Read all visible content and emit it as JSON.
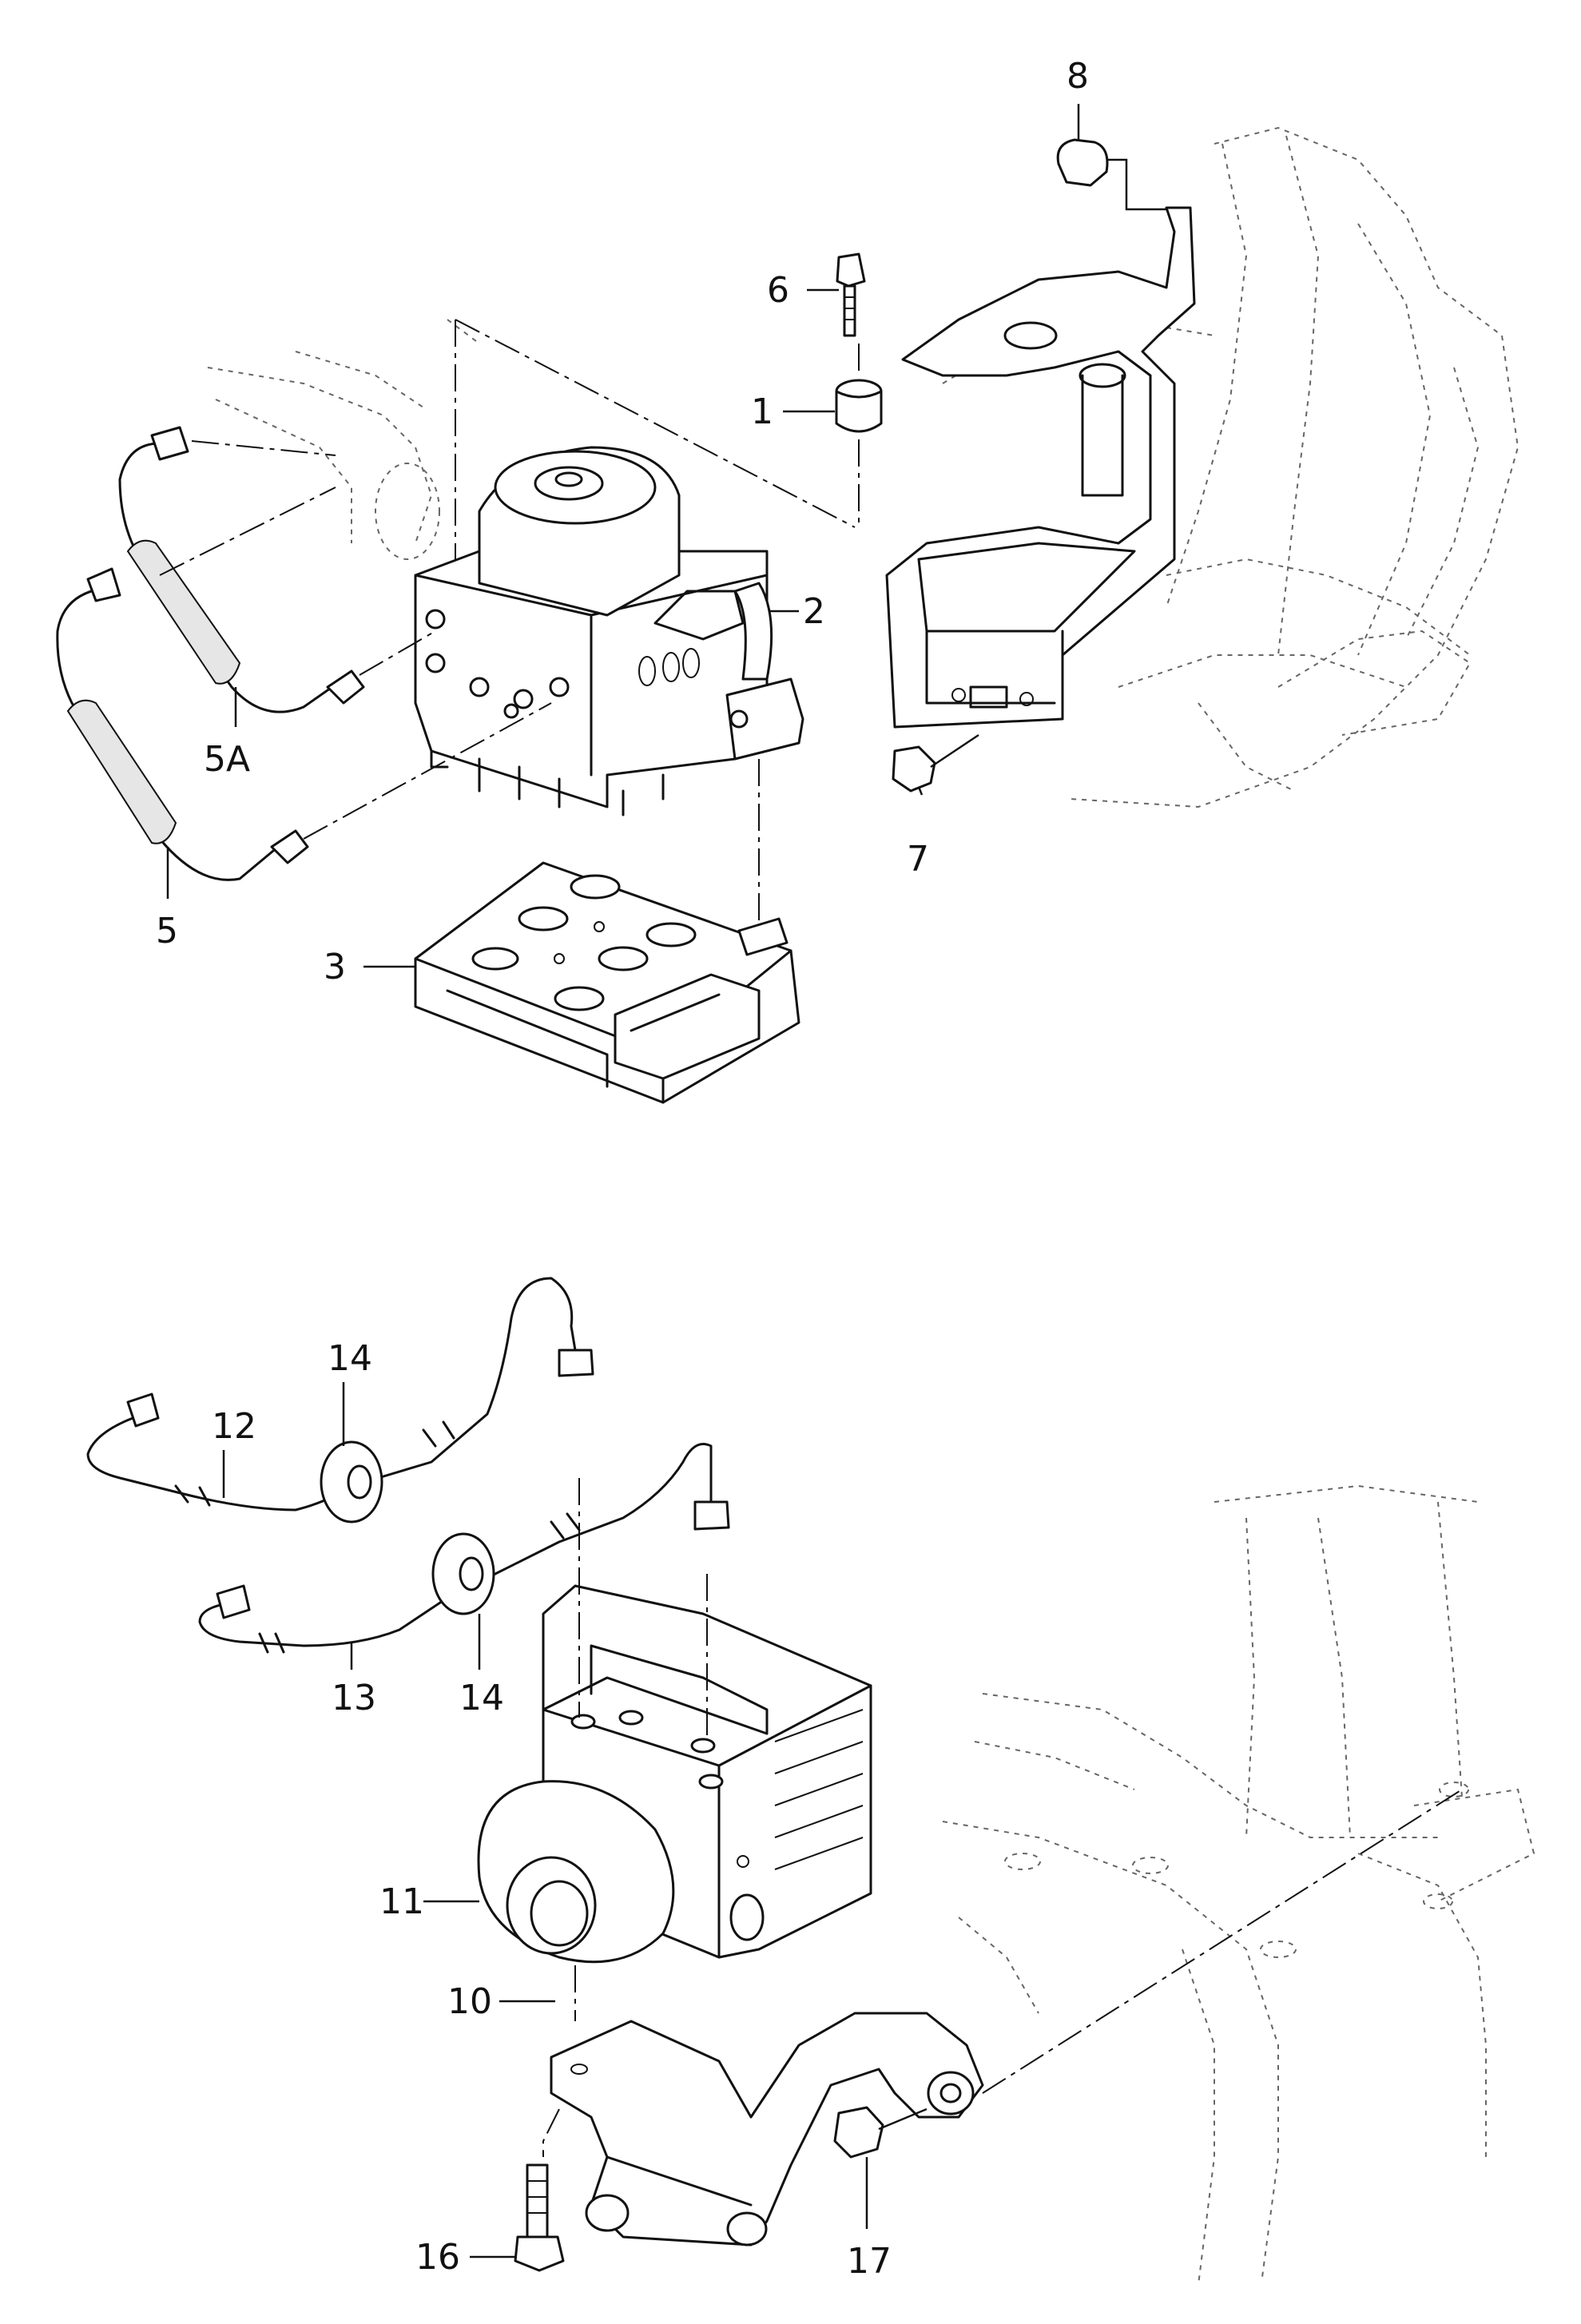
{
  "callouts": {
    "c1": "1",
    "c2": "2",
    "c3": "3",
    "c5": "5",
    "c5a": "5A",
    "c6": "6",
    "c7": "7",
    "c8": "8",
    "c10": "10",
    "c11": "11",
    "c12": "12",
    "c13": "13",
    "c14a": "14",
    "c14b": "14",
    "c16": "16",
    "c17": "17"
  }
}
